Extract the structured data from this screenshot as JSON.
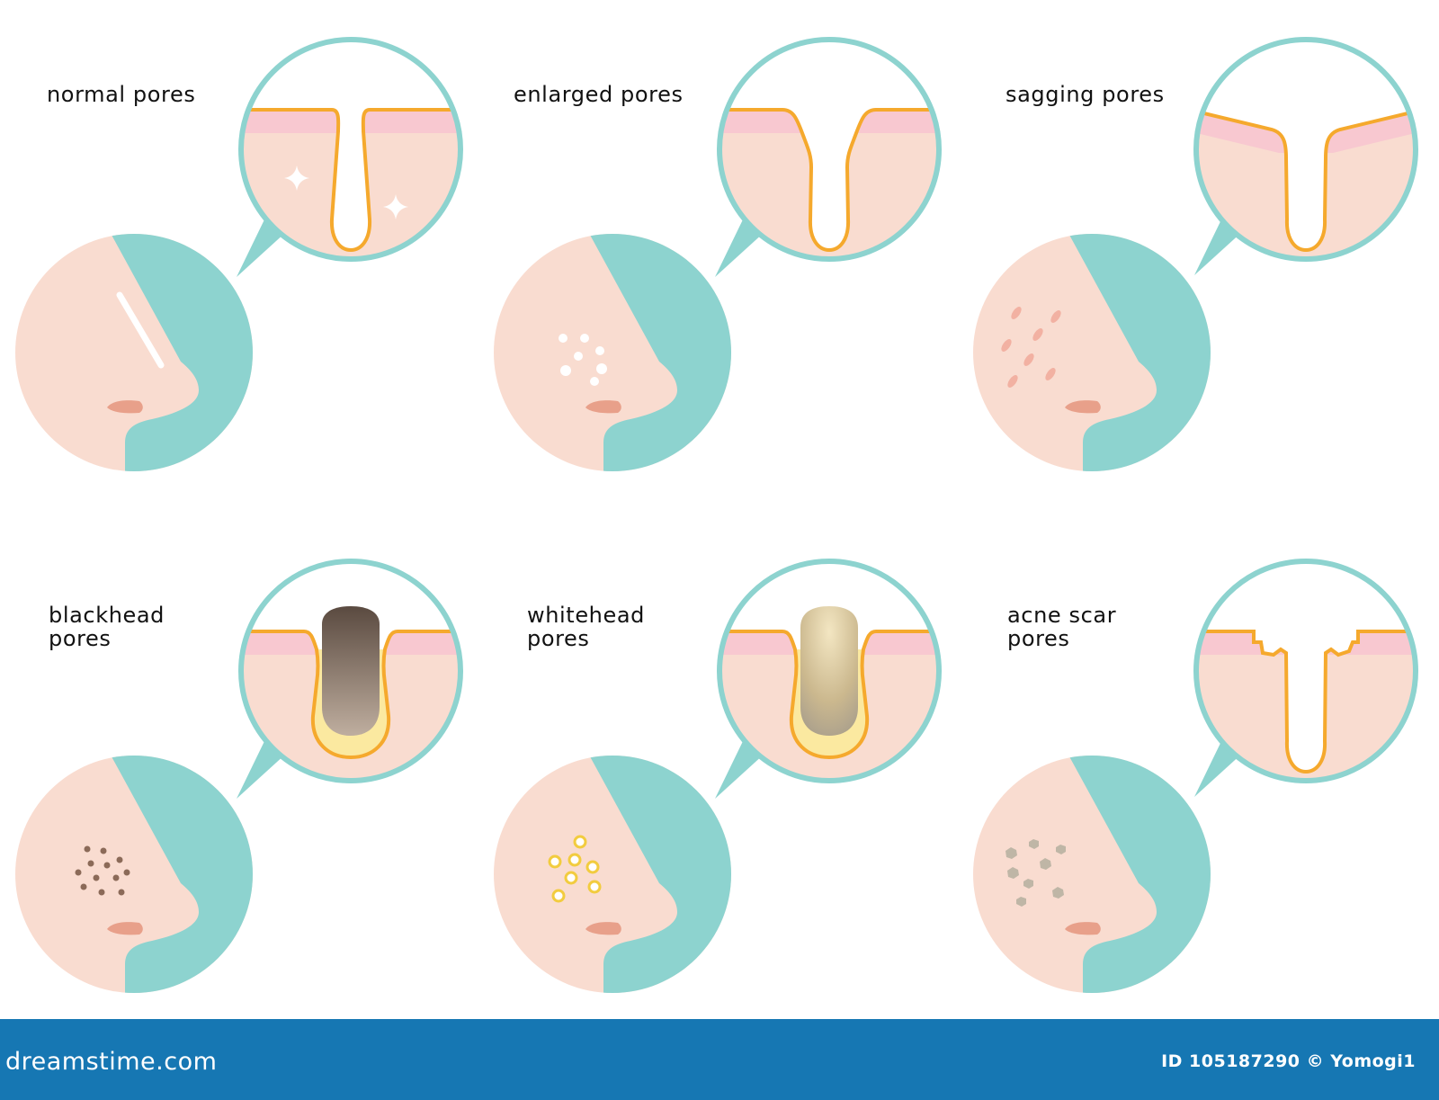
{
  "panels": [
    {
      "id": "normal",
      "label_lines": [
        "normal pores"
      ]
    },
    {
      "id": "enlarged",
      "label_lines": [
        "enlarged pores"
      ]
    },
    {
      "id": "sagging",
      "label_lines": [
        "sagging pores"
      ]
    },
    {
      "id": "blackhead",
      "label_lines": [
        "blackhead",
        "pores"
      ]
    },
    {
      "id": "whitehead",
      "label_lines": [
        "whitehead",
        "pores"
      ]
    },
    {
      "id": "acne-scar",
      "label_lines": [
        "acne scar",
        "pores"
      ]
    }
  ],
  "colors": {
    "skin": "#f9dcd0",
    "epidermis": "#f8c8d0",
    "teal": "#8dd3cf",
    "pore_outline": "#f5a92d",
    "nostril": "#e8a08a",
    "sebum": "#fbe9a0",
    "blackhead_plug": "#8d7c6e",
    "whitehead_plug": "#d9c89a",
    "footer": "#1677b3"
  },
  "footer": {
    "brand": "dreamstime.com",
    "credit": "ID 105187290 © Yomogi1"
  }
}
